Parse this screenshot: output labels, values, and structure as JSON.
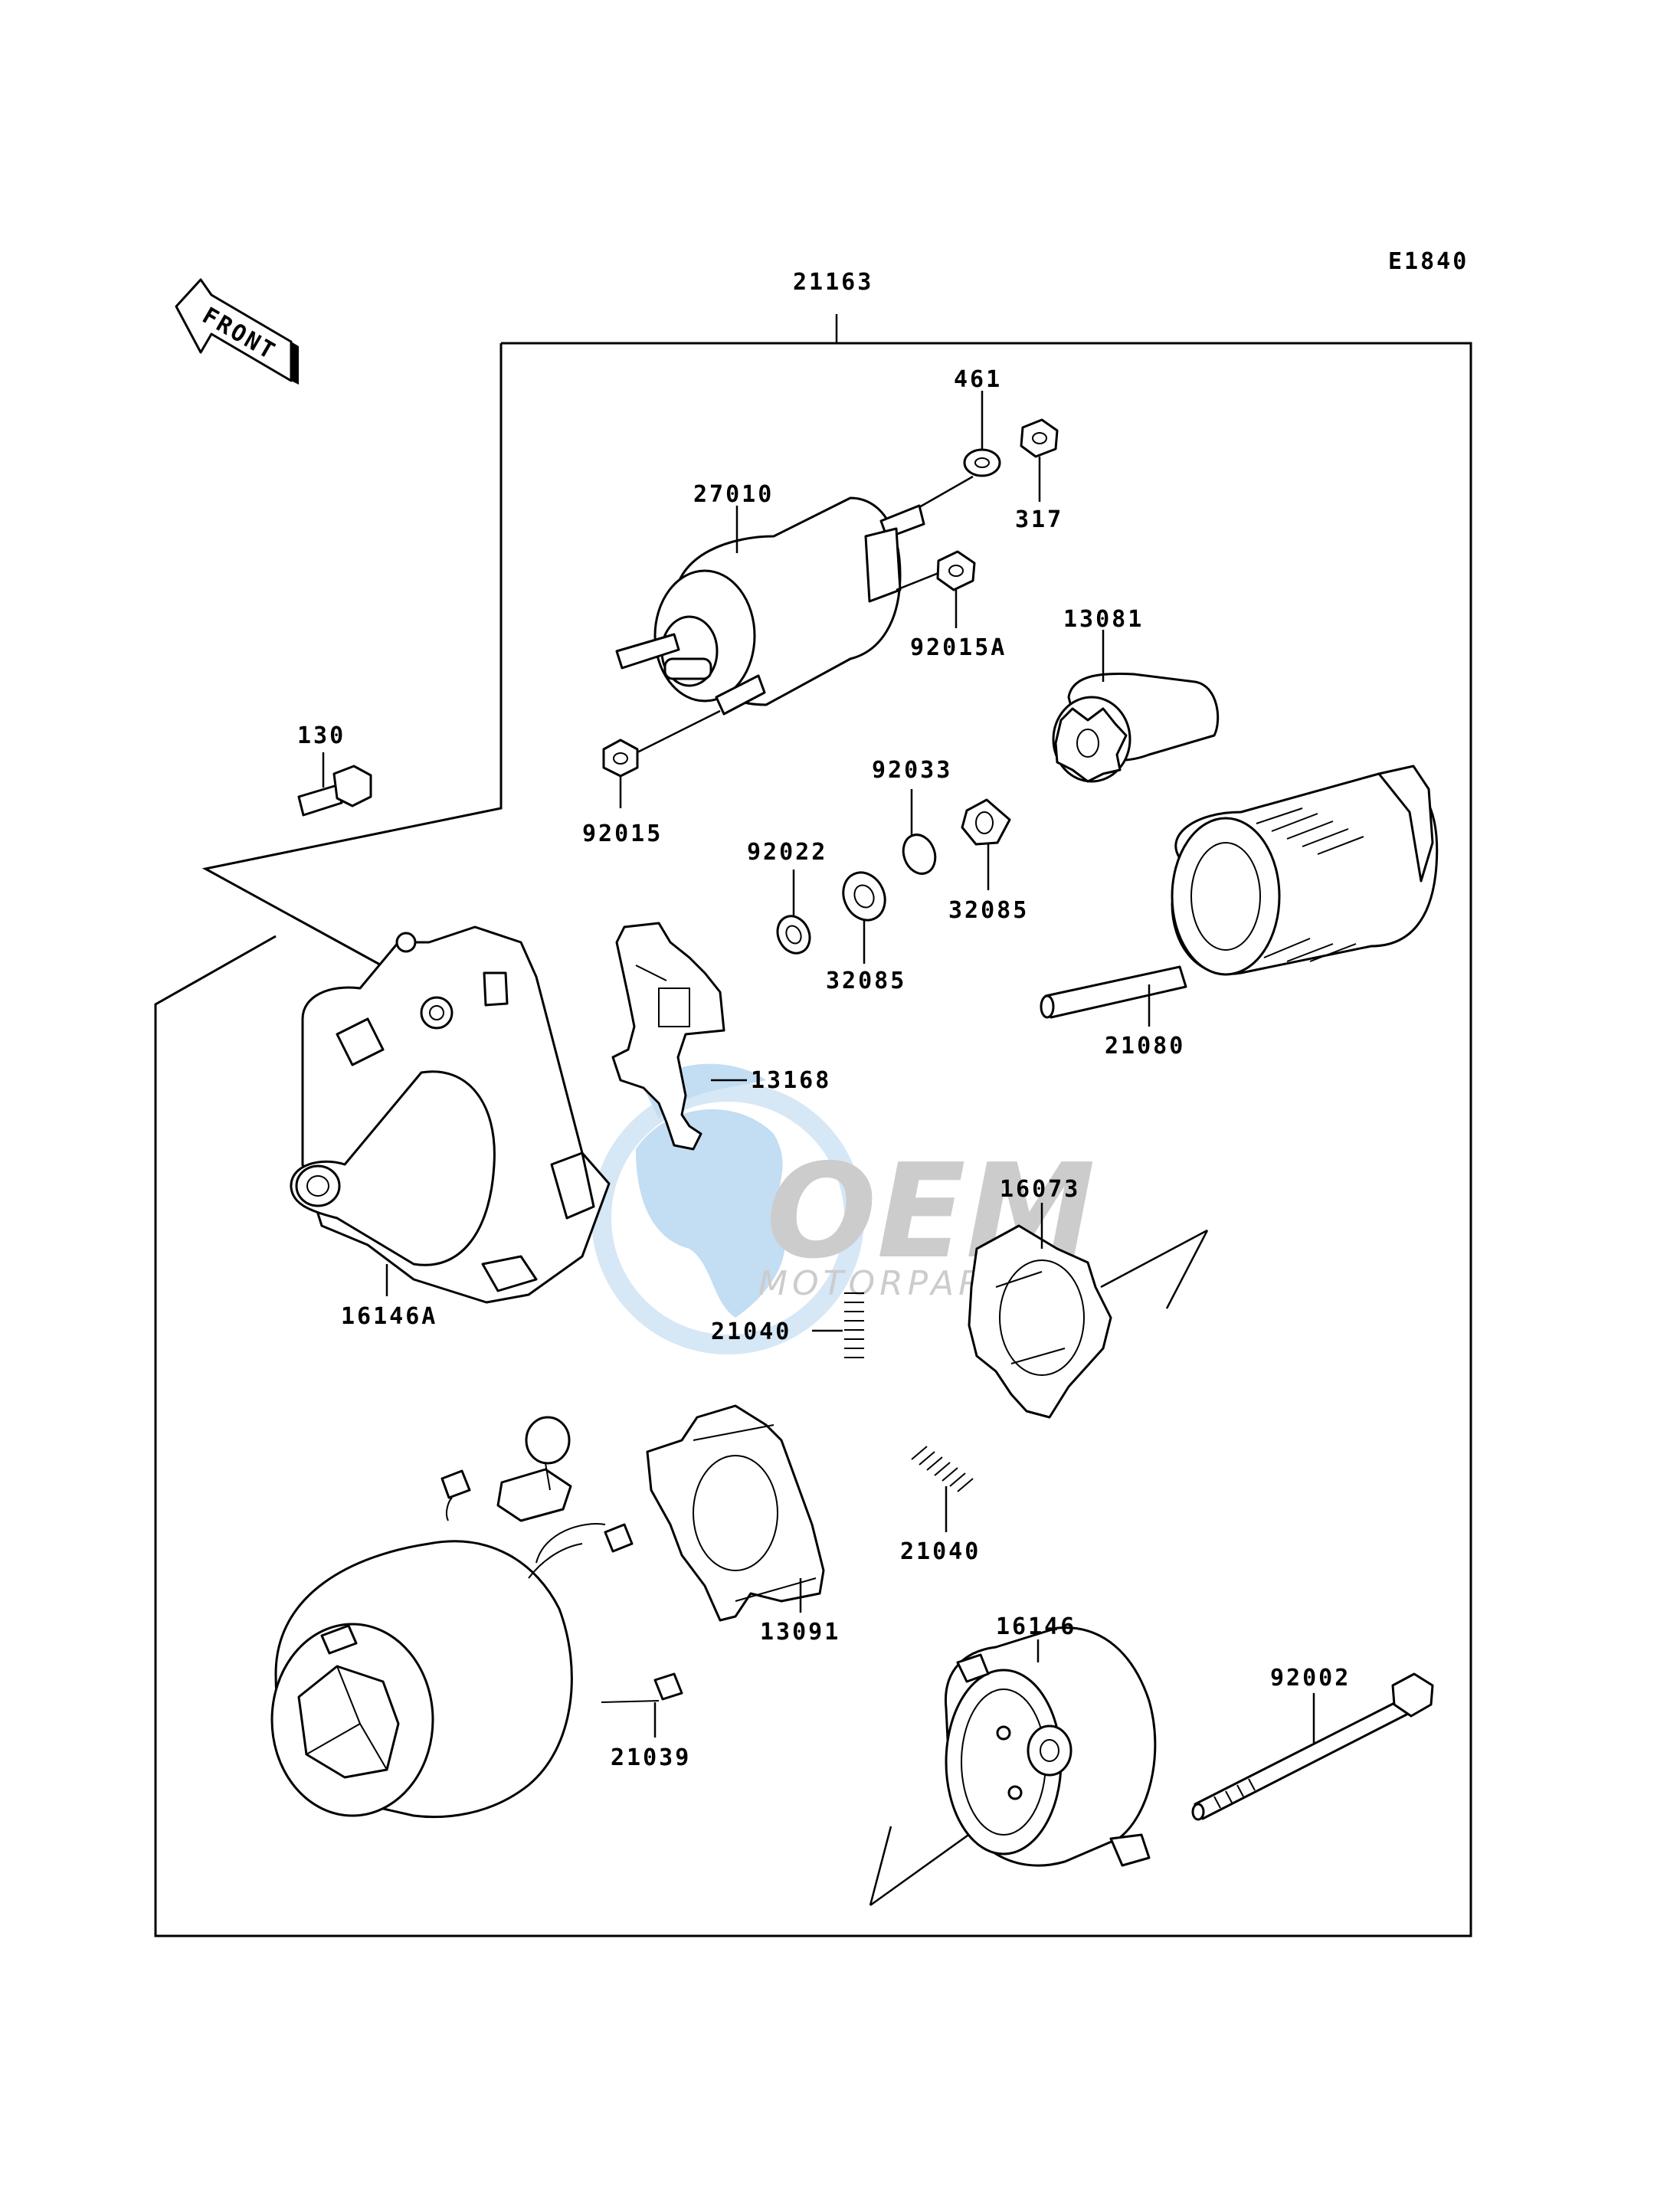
{
  "diagram": {
    "code": "E1840",
    "front_label": "FRONT",
    "assembly_part": "21163",
    "parts": {
      "p461": "461",
      "p317": "317",
      "p27010": "27010",
      "p92015A": "92015A",
      "p13081": "13081",
      "p130": "130",
      "p92015": "92015",
      "p92033": "92033",
      "p92022": "92022",
      "p32085_a": "32085",
      "p32085_b": "32085",
      "p21080": "21080",
      "p13168": "13168",
      "p16073": "16073",
      "p16146A": "16146A",
      "p21040_a": "21040",
      "p21040_b": "21040",
      "p13091": "13091",
      "p16146": "16146",
      "p92002": "92002",
      "p21039": "21039"
    }
  },
  "watermark": {
    "brand": "OEM",
    "sub": "MOTORPARTS",
    "color_primary": "#9ec9ee",
    "color_text": "#c4c4c4"
  }
}
